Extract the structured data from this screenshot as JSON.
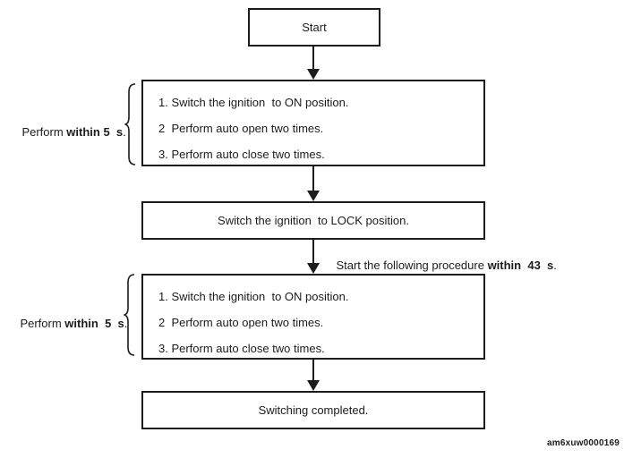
{
  "diagram": {
    "title_hint": "ignition switching procedure flowchart",
    "colors": {
      "ink": "#1c1c1c",
      "background": "#ffffff"
    },
    "start_node": {
      "label": "Start"
    },
    "procedure_box_1": {
      "items": [
        "1. Switch the ignition  to ON position.",
        "2  Perform auto open two times.",
        "3. Perform auto close two times."
      ]
    },
    "perform_label_1": {
      "prefix": "Perform ",
      "bold": "within 5  s",
      "suffix": "."
    },
    "lock_node": {
      "label": "Switch the ignition  to LOCK position."
    },
    "timing_annotation": {
      "prefix": "Start the following procedure ",
      "bold": "within  43  s",
      "suffix": "."
    },
    "procedure_box_2": {
      "items": [
        "1. Switch the ignition  to ON position.",
        "2  Perform auto open two times.",
        "3. Perform auto close two times."
      ]
    },
    "perform_label_2": {
      "prefix": "Perform ",
      "bold": "within  5  s",
      "suffix": "."
    },
    "completed_node": {
      "label": "Switching completed."
    },
    "watermark": "am6xuw0000169"
  }
}
